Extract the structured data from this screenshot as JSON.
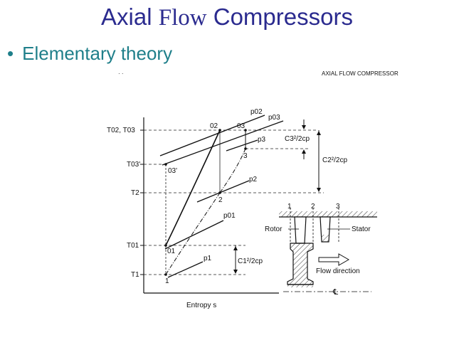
{
  "slide": {
    "title_part1": "Axial",
    "title_part2": "Flow",
    "title_part3": "Compressors",
    "bullet_symbol": "•",
    "bullet_text": "Elementary theory"
  },
  "diagram": {
    "header_right": "AXIAL FLOW COMPRESSOR",
    "left_labels": {
      "t02_t03": "T02, T03",
      "t03p": "T03'",
      "t2": "T2",
      "t01": "T01",
      "t1": "T1"
    },
    "point_labels": {
      "p02": "02",
      "p03": "03",
      "p3": "3",
      "p03p": "03'",
      "p2": "2",
      "p01": "01",
      "p1": "1"
    },
    "pressure_labels": {
      "p02": "p02",
      "p03": "p03",
      "p3": "p3",
      "p2": "p2",
      "p01": "p01",
      "p1": "p1"
    },
    "velocity_labels": {
      "c3": "C3²/2cp",
      "c2": "C2²/2cp",
      "c1": "C1²/2cp"
    },
    "x_axis_label": "Entropy s",
    "stage": {
      "station1": "1",
      "station2": "2",
      "station3": "3",
      "rotor": "Rotor",
      "stator": "Stator",
      "flow_direction": "Flow direction",
      "centerline": "℄"
    }
  }
}
